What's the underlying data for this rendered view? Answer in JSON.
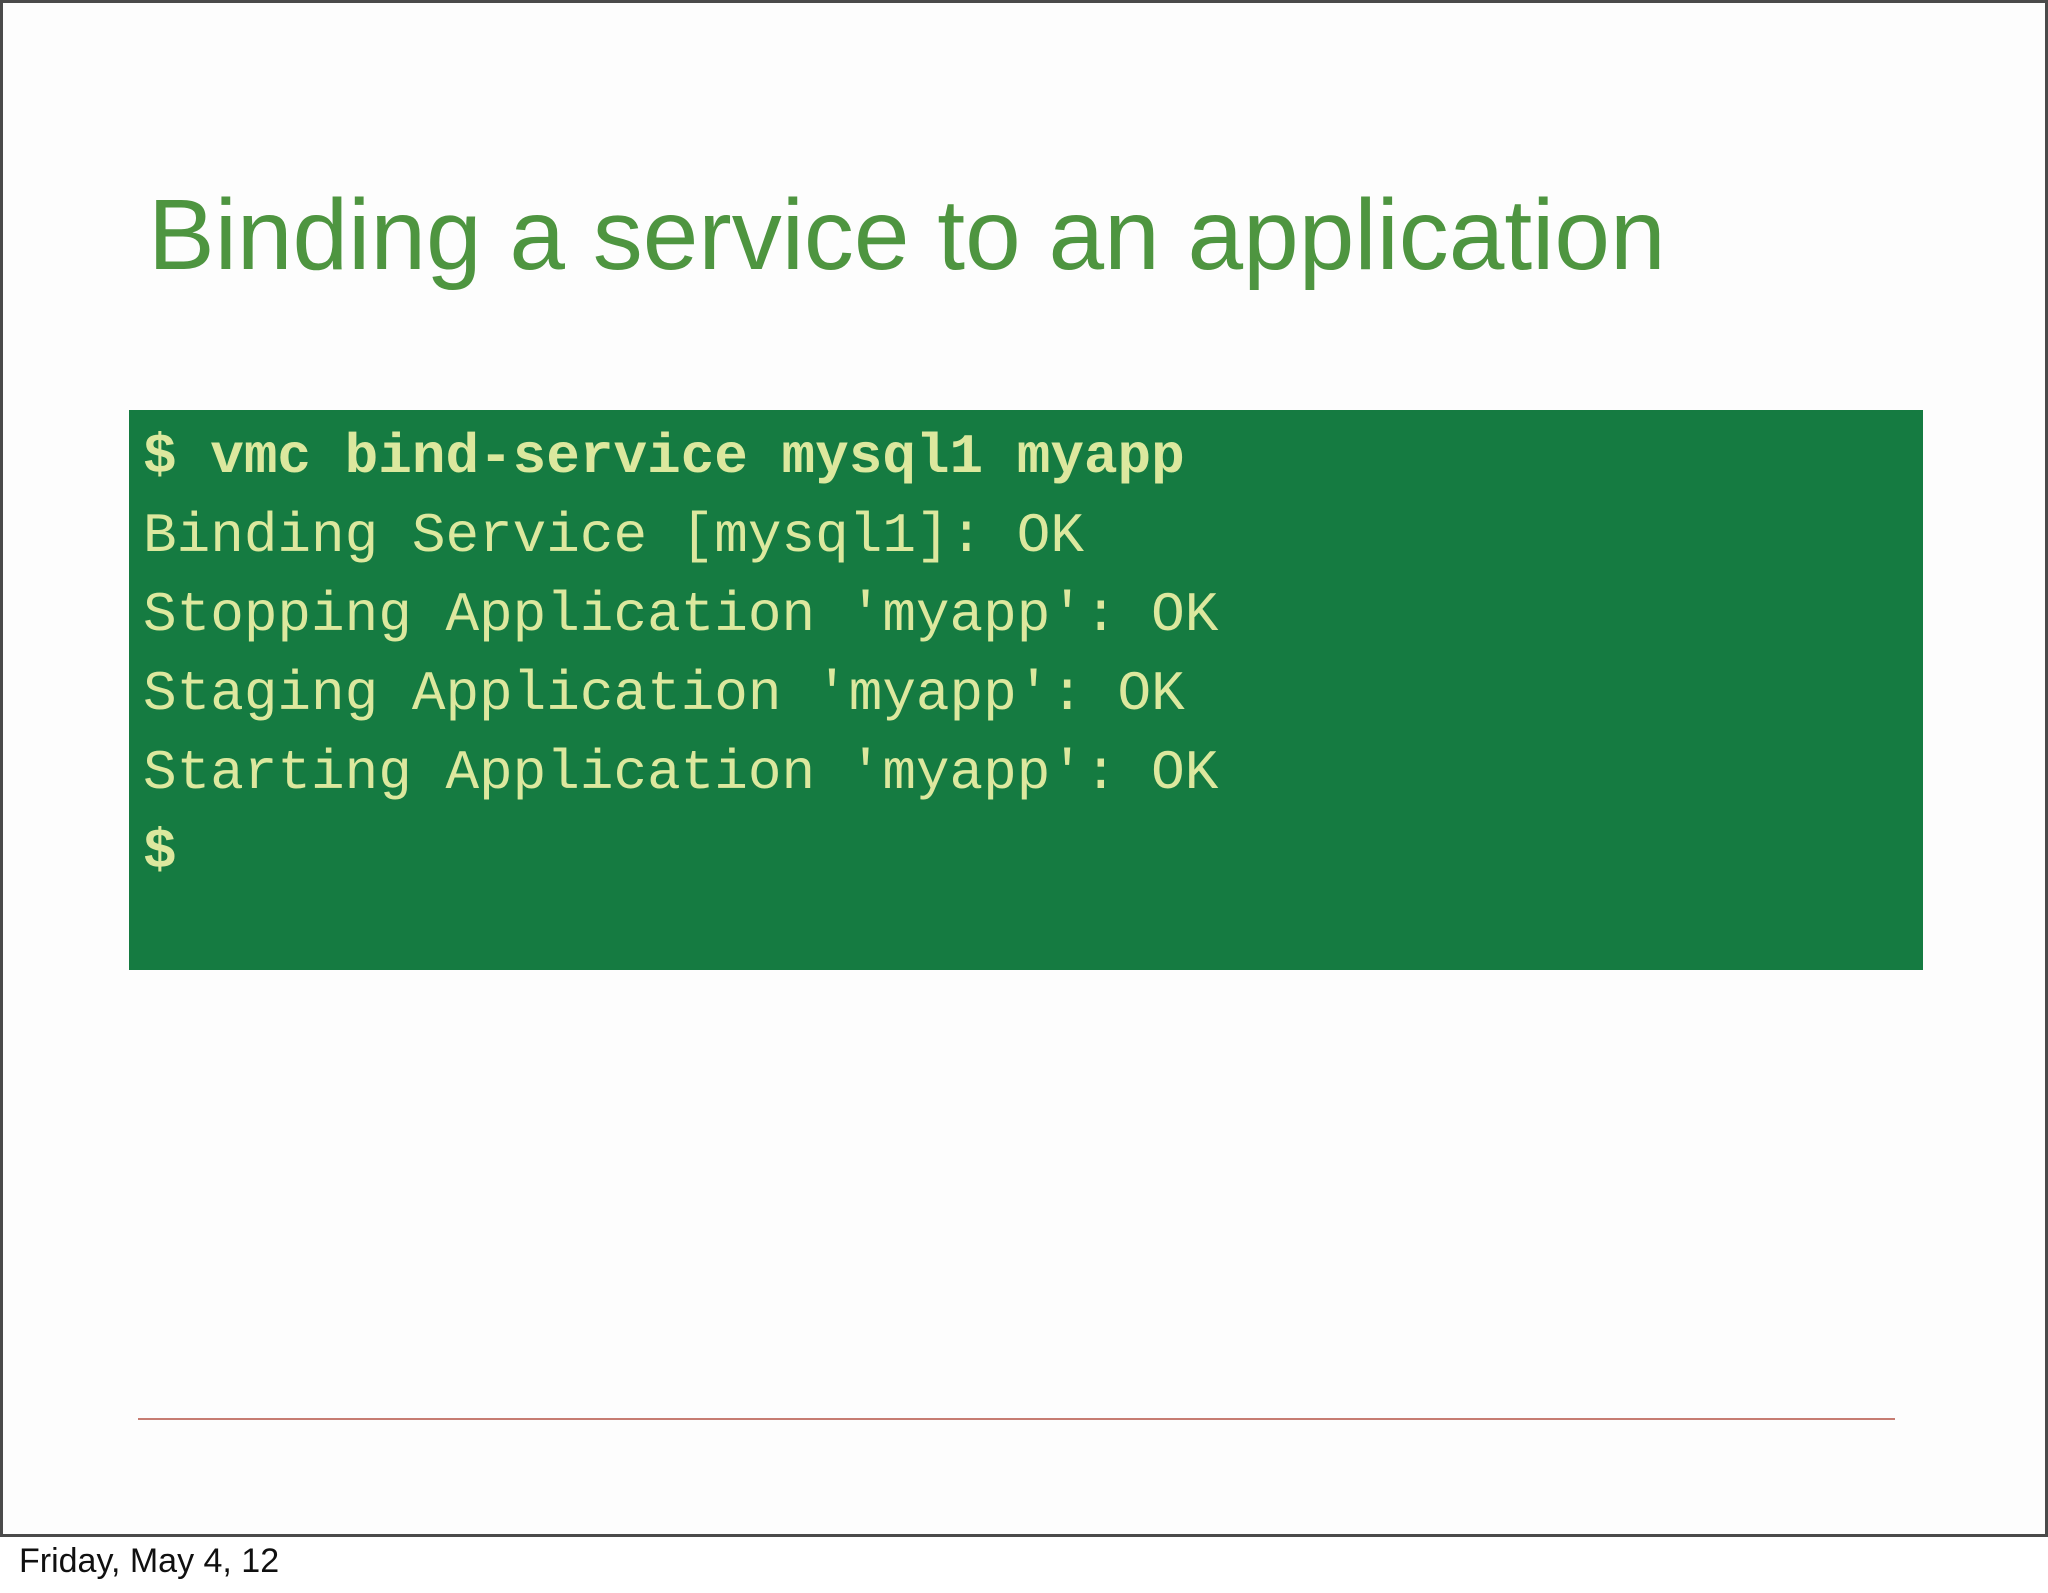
{
  "slide": {
    "title": "Binding a service to an application",
    "terminal": {
      "lines": [
        {
          "text": "$ vmc bind-service mysql1 myapp",
          "bold": true
        },
        {
          "text": "Binding Service [mysql1]: OK",
          "bold": false
        },
        {
          "text": "Stopping Application 'myapp': OK",
          "bold": false
        },
        {
          "text": "Staging Application 'myapp': OK",
          "bold": false
        },
        {
          "text": "Starting Application 'myapp': OK",
          "bold": false
        },
        {
          "text": "$",
          "bold": true
        }
      ]
    },
    "footer_date": "Friday, May 4, 12"
  },
  "colors": {
    "title_green": "#4e9540",
    "terminal_background": "#157b41",
    "terminal_text": "#dce89e",
    "divider_red": "#c67c72",
    "frame_border": "#4a4a4a"
  }
}
